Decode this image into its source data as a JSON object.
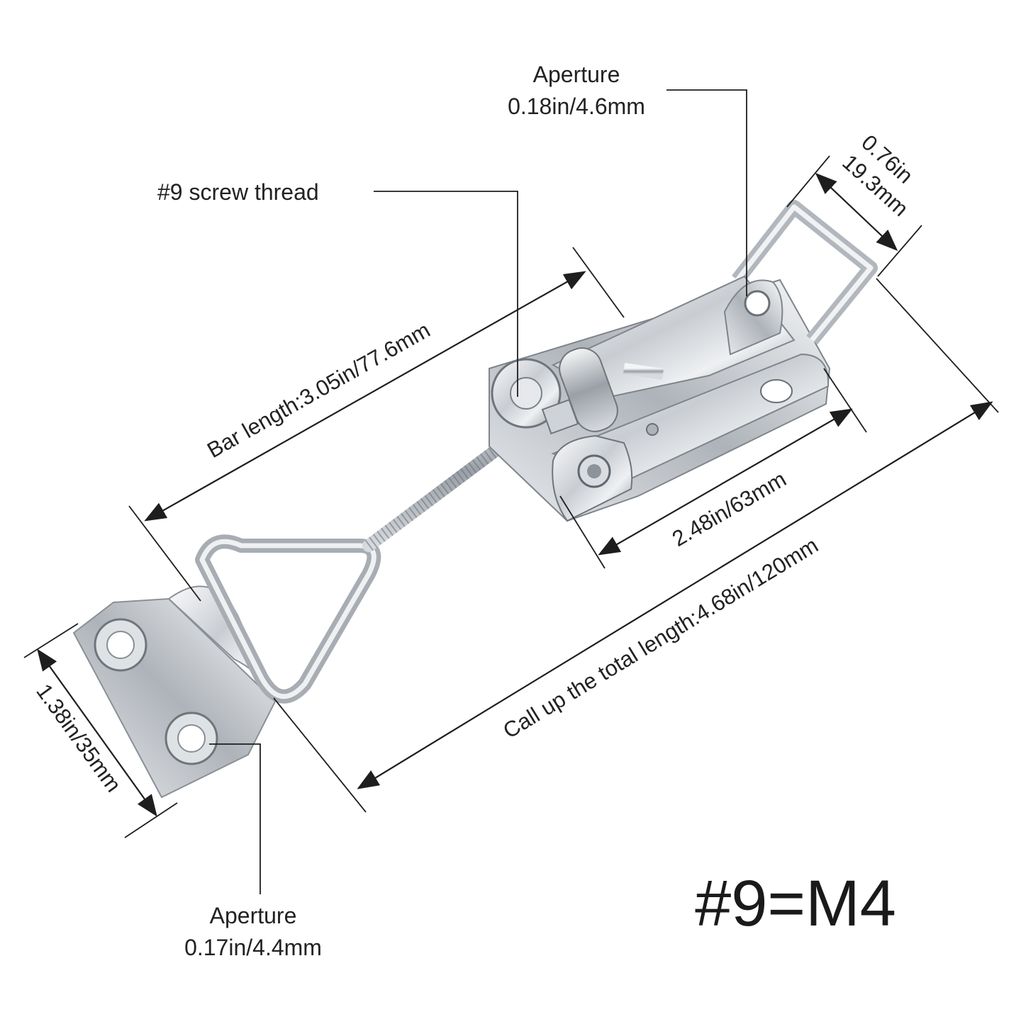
{
  "labels": {
    "aperture_top_title": "Aperture",
    "aperture_top_value": "0.18in/4.6mm",
    "screw_thread": "#9 screw thread",
    "width_in": "0.76in",
    "width_mm": "19.3mm",
    "bar_length": "Bar length:3.05in/77.6mm",
    "body_length": "2.48in/63mm",
    "total_length": "Call up the total length:4.68in/120mm",
    "plate_width": "1.38in/35mm",
    "aperture_bottom_title": "Aperture",
    "aperture_bottom_value": "0.17in/4.4mm",
    "spec": "#9=M4"
  },
  "colors": {
    "text": "#222222",
    "line": "#1e1e1e",
    "metal_light": "#f2f3f5",
    "metal_mid": "#c3c7cc",
    "metal_dark": "#7b8088"
  }
}
